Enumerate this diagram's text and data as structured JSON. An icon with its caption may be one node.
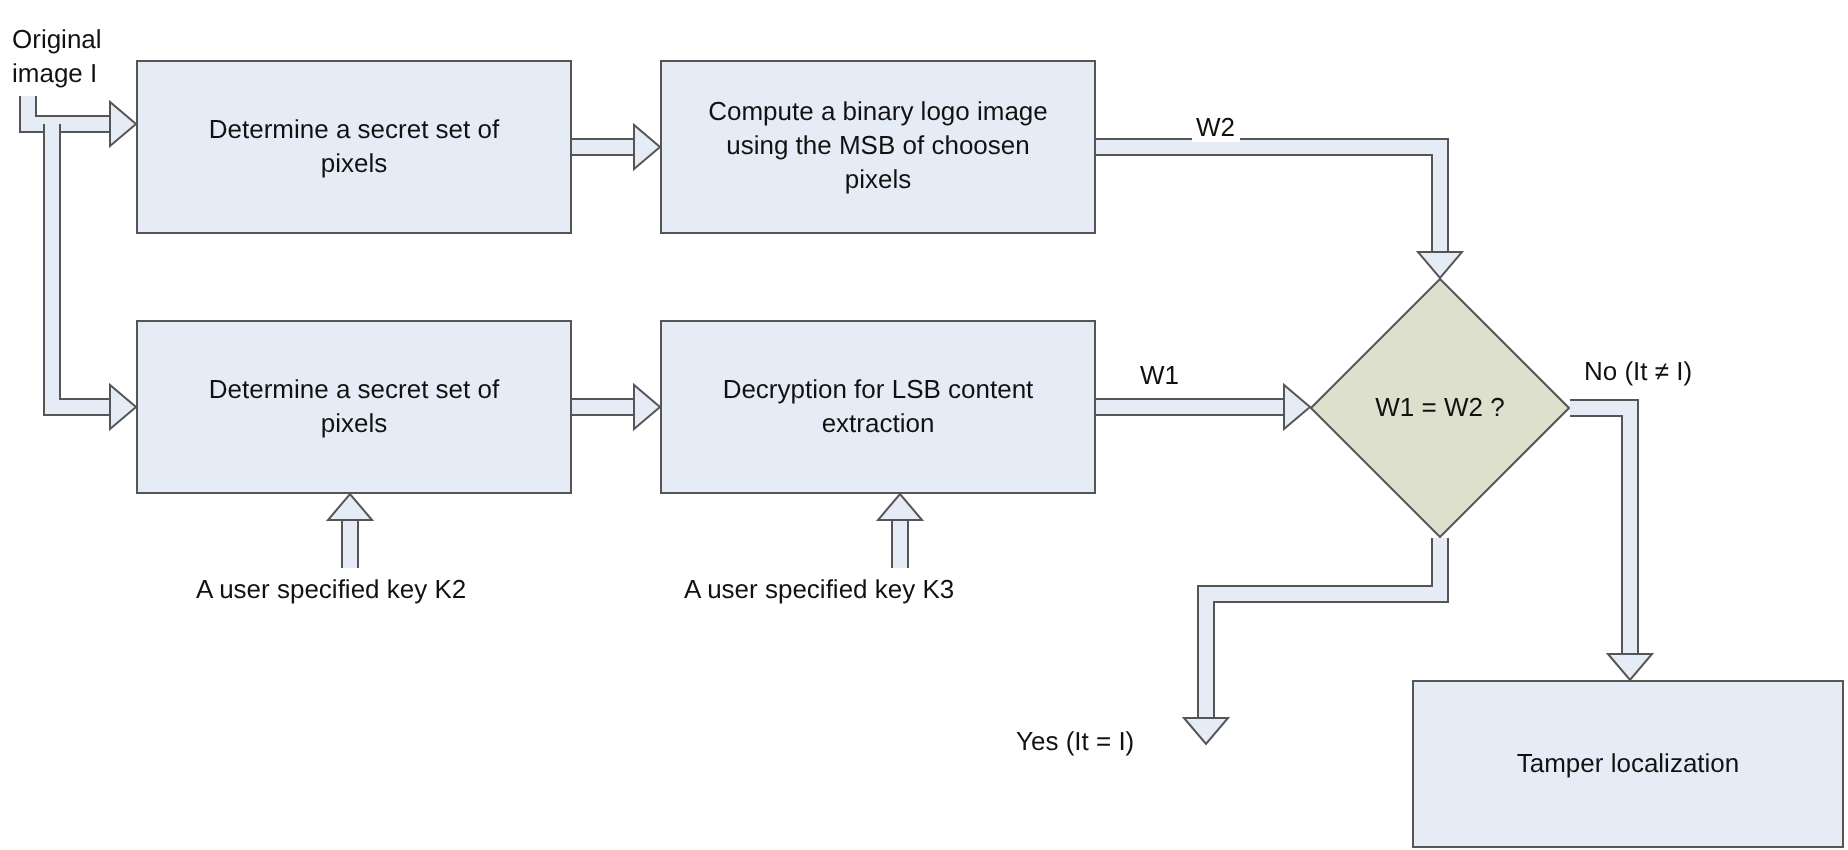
{
  "diagram": {
    "nodes": [
      {
        "text": [
          "Original image I"
        ]
      },
      {
        "text": [
          "Determine a secret set of pixels"
        ]
      },
      {
        "text": [
          "Compute a binary logo image using the MSB of choosen pixels"
        ]
      },
      {
        "text": [
          "Determine a secret set of pixels"
        ]
      },
      {
        "text": [
          "Decryption for LSB content extraction"
        ]
      },
      {
        "text": [
          "W1 = W2 ?"
        ]
      },
      {
        "text": [
          "A user specified  key K2"
        ]
      },
      {
        "text": [
          "A user specified  key K3"
        ]
      },
      {
        "text": [
          "Tamper localization"
        ]
      }
    ],
    "edges": [
      {
        "from": 0,
        "to": 1,
        "arrow": "to"
      },
      {
        "from": 0,
        "to": 3,
        "arrow": "to"
      },
      {
        "from": 1,
        "to": 2,
        "arrow": "to"
      },
      {
        "from": 3,
        "to": 4,
        "arrow": "to"
      },
      {
        "from": 2,
        "to": 5,
        "arrow": "to",
        "label": "W2"
      },
      {
        "from": 4,
        "to": 5,
        "arrow": "to",
        "label": "W1"
      },
      {
        "from": 6,
        "to": 3,
        "arrow": "to"
      },
      {
        "from": 7,
        "to": 4,
        "arrow": "to"
      },
      {
        "from": 5,
        "to": 8,
        "arrow": "to",
        "label": "No (It ≠ I)"
      },
      {
        "from": 5,
        "to": null,
        "arrow": "to",
        "label": "Yes (It = I)"
      }
    ]
  }
}
